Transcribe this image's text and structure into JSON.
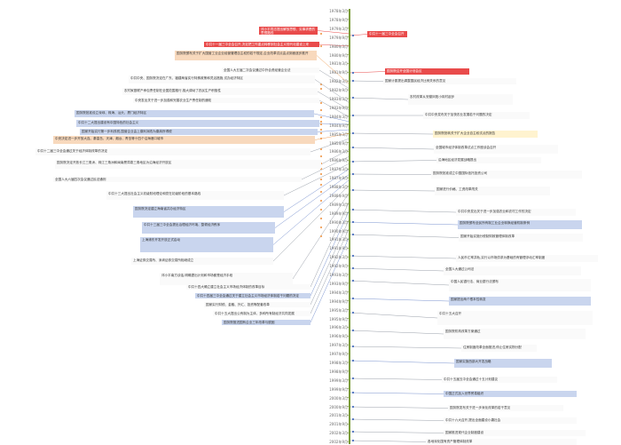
{
  "ticks": [
    "1978年3月",
    "1978年9月",
    "1979年3月",
    "1979年9月",
    "1980年3月",
    "1980年9月",
    "1981年3月",
    "1981年9月",
    "1982年3月",
    "1982年9月",
    "1983年3月",
    "1983年9月",
    "1984年3月",
    "1984年9月",
    "1985年3月",
    "1985年9月",
    "1986年3月",
    "1986年9月",
    "1987年3月",
    "1987年9月",
    "1988年3月",
    "1988年9月",
    "1989年3月",
    "1989年9月",
    "1990年3月",
    "1990年9月",
    "1991年3月",
    "1991年9月",
    "1992年3月",
    "1992年9月",
    "1993年3月",
    "1993年9月",
    "1994年3月",
    "1994年9月",
    "1995年3月",
    "1995年9月",
    "1996年3月",
    "1996年9月",
    "1997年3月",
    "1997年9月",
    "1998年3月",
    "1998年9月",
    "1999年3月",
    "1999年9月",
    "2000年3月",
    "2000年9月",
    "2001年3月",
    "2001年9月",
    "2002年3月",
    "2002年9月"
  ],
  "left_events": [
    {
      "text": "邓小平同志提出解放思想、实事求是的思想路线",
      "style": "red"
    },
    {
      "text": "中共十一届三中全会召开,决定把工作重点转移到社会主义现代化建设上来",
      "style": "red"
    },
    {
      "text": "国务院颁布关于扩大国营工业企业经营管理自主权的若干规定,企业改革试点由点到面逐步推开",
      "style": "orange"
    },
    {
      "text": "全国人大五届二次会议通过中外合资经营企业法",
      "style": "white"
    },
    {
      "text": "中共中央、国务院决定在广东、福建两省实行特殊政策和灵活措施,试办经济特区",
      "style": "white"
    },
    {
      "text": "农村家庭联产承包责任制在全国范围推行,极大调动了农民生产积极性",
      "style": "white"
    },
    {
      "text": "中央发出关于进一步加强和完善农业生产责任制的通知",
      "style": "white"
    },
    {
      "text": "国务院批准设立深圳、珠海、汕头、厦门经济特区",
      "style": "blue"
    },
    {
      "text": "中共十二大提出建设有中国特色的社会主义",
      "style": "blue"
    },
    {
      "text": "国家开始实行第一步利改税,国营企业由上缴利润改为缴纳所得税",
      "style": "blue"
    },
    {
      "text": "中央决定进一步开放大连、秦皇岛、天津、烟台、青岛等十四个沿海港口城市",
      "style": "orange"
    },
    {
      "text": "中共十二届三中全会通过关于经济体制改革的决定",
      "style": "white"
    },
    {
      "text": "国务院决定开放长江三角洲、珠江三角洲和闽南厦漳泉三角地区为沿海经济开放区",
      "style": "white"
    },
    {
      "text": "全国人大六届四次会议通过民法通则",
      "style": "white"
    },
    {
      "text": "中共十三大提出社会主义初级阶段理论和党在初级阶段的基本路线",
      "style": "white"
    },
    {
      "text": "国务院决定建立海南省并办经济特区",
      "style": "blue"
    },
    {
      "text": "中共十三届三中全会提出治理经济环境、整顿经济秩序",
      "style": "blue"
    },
    {
      "text": "上海浦东开发开放正式启动",
      "style": "blue"
    },
    {
      "text": "上海证券交易所、深圳证券交易所相继成立",
      "style": "white"
    },
    {
      "text": "邓小平南方谈话,明确提出计划和市场都是经济手段",
      "style": "white"
    },
    {
      "text": "中共十四大确立建立社会主义市场经济体制的改革目标",
      "style": "white"
    },
    {
      "text": "中共十四届三中全会通过关于建立社会主义市场经济体制若干问题的决定",
      "style": "blue"
    },
    {
      "text": "国家实行财税、金融、外汇、投资等配套改革",
      "style": "white"
    },
    {
      "text": "中共十五大提出公有制为主体、多种所有制经济共同发展",
      "style": "white"
    },
    {
      "text": "国务院推进国有企业三年改革与脱困",
      "style": "blue"
    }
  ],
  "right_events": [
    {
      "text": "中共十一届三中全会召开",
      "style": "red"
    },
    {
      "text": "国务院召开全国计划会议",
      "style": "red"
    },
    {
      "text": "国家计委提出调整国民经济比例关系的意见",
      "style": "white"
    },
    {
      "text": "农村改革从安徽凤阳小岗村起步",
      "style": "white"
    },
    {
      "text": "中共中央发布关于加快农业发展若干问题的决定",
      "style": "white"
    },
    {
      "text": "国务院批转关于扩大企业自主权试点的报告",
      "style": "yellow"
    },
    {
      "text": "全国城市经济体制改革试点工作座谈会召开",
      "style": "white"
    },
    {
      "text": "沿海地区经济发展战略提出",
      "style": "white"
    },
    {
      "text": "国务院批准成立中国国际信托投资公司",
      "style": "white"
    },
    {
      "text": "国家进行价格、工资改革闯关",
      "style": "white"
    },
    {
      "text": "中共中央发出关于进一步加强农业和农村工作的决定",
      "style": "white"
    },
    {
      "text": "国务院颁布全民所有制工业企业转换经营机制条例",
      "style": "blue"
    },
    {
      "text": "国家开始实施分税制财政管理体制改革",
      "style": "white"
    },
    {
      "text": "人民币汇率并轨,实行以市场供求为基础的有管理浮动汇率制度",
      "style": "white"
    },
    {
      "text": "全国人大通过公司法",
      "style": "white"
    },
    {
      "text": "中国人民银行法、商业银行法颁布",
      "style": "white"
    },
    {
      "text": "国家提出两个根本性转变",
      "style": "blue"
    },
    {
      "text": "中共十五大召开",
      "style": "white"
    },
    {
      "text": "国务院机构改革方案通过",
      "style": "white"
    },
    {
      "text": "住房制度改革全面推进,停止住房实物分配",
      "style": "white"
    },
    {
      "text": "国家实施西部大开发战略",
      "style": "blue"
    },
    {
      "text": "中共十五届五中全会通过十五计划建议",
      "style": "white"
    },
    {
      "text": "中国正式加入世界贸易组织",
      "style": "blue"
    },
    {
      "text": "国务院发布关于进一步深化改革的若干意见",
      "style": "white"
    },
    {
      "text": "中共十六大召开,提出全面建设小康社会",
      "style": "white"
    },
    {
      "text": "国家推进现代企业制度建设",
      "style": "white"
    },
    {
      "text": "各地深化国有资产管理体制改革",
      "style": "white"
    }
  ]
}
